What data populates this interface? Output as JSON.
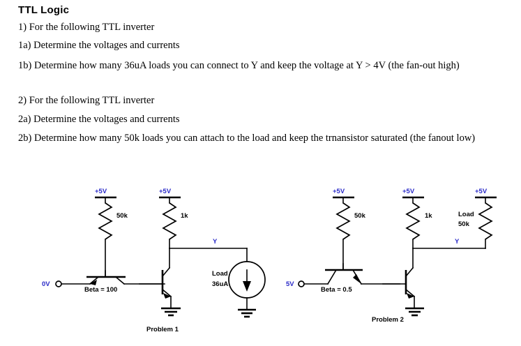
{
  "document": {
    "heading": "TTL Logic",
    "questions": [
      "1) For the following TTL inverter",
      "1a)  Determine the voltages and currents",
      "1b)  Determine how many 36uA loads you can connect to Y and keep the voltage at Y > 4V (the fan-out high)",
      "2) For the following TTL inverter",
      "2a)  Determine the voltages and currents",
      "2b)  Determine how many 50k loads you can attach to the load and keep the trnansistor saturated (the fanout low)"
    ]
  },
  "colors": {
    "wire": "#000000",
    "node_label": "#2b2bc8",
    "component_label": "#000000",
    "background": "#ffffff"
  },
  "circuit1": {
    "caption": "Problem 1",
    "input_label": "0V",
    "supply_left": "+5V",
    "supply_right": "+5V",
    "resistor_left": "50k",
    "resistor_right": "1k",
    "beta_label": "Beta = 100",
    "output_label": "Y",
    "load_label": "Load",
    "load_value": "36uA"
  },
  "circuit2": {
    "caption": "Problem 2",
    "input_label": "5V",
    "supply_left": "+5V",
    "supply_mid": "+5V",
    "supply_right": "+5V",
    "resistor_left": "50k",
    "resistor_mid": "1k",
    "load_label": "Load",
    "load_value": "50k",
    "beta_label": "Beta = 0.5",
    "output_label": "Y"
  }
}
